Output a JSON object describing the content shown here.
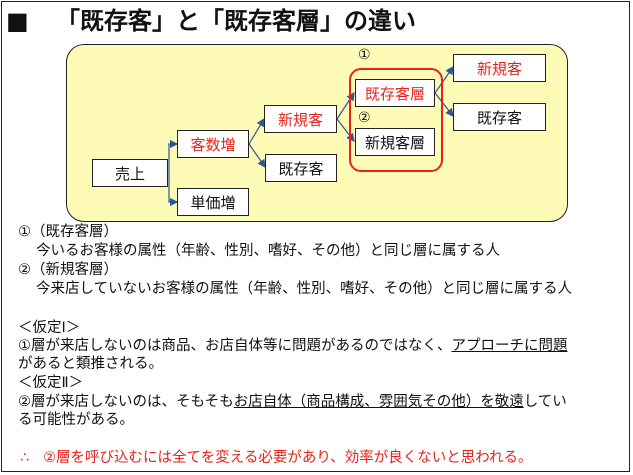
{
  "title": {
    "bullet": "■",
    "text": "「既存客」と「既存客層」の違い"
  },
  "diagram": {
    "nodes": {
      "sales": "売上",
      "customer_increase": "客数増",
      "unit_price_increase": "単価増",
      "new_customer": "新規客",
      "existing_customer": "既存客",
      "existing_segment": "既存客層",
      "new_segment": "新規客層",
      "new_customer_2": "新規客",
      "existing_customer_2": "既存客"
    },
    "markers": {
      "one": "①",
      "two": "②"
    }
  },
  "definitions": [
    {
      "heading": "①（既存客層）",
      "body": "今いるお客様の属性（年齢、性別、嗜好、その他）と同じ層に属する人"
    },
    {
      "heading": "②（新規客層）",
      "body": "今来店していないお客様の属性（年齢、性別、嗜好、その他）と同じ層に属する人"
    }
  ],
  "hypotheses": [
    {
      "heading": "＜仮定Ⅰ＞",
      "line1_pre": "①層が来店しないのは商品、お店自体等に問題があるのではなく、",
      "line1_underline": "アプローチに問題",
      "line2": "があると類推される。"
    },
    {
      "heading": "＜仮定Ⅱ＞",
      "line1_pre": "②層が来店しないのは、そもそも",
      "line1_underline": "お店自体（商品構成、雰囲気その他）を敬遠",
      "line1_post": "してい",
      "line2": "る可能性がある。"
    }
  ],
  "conclusion": {
    "symbol": "∴",
    "text": "②層を呼び込むには全てを変える必要があり、効率が良くないと思われる。"
  },
  "colors": {
    "accent_red": "#e8231c",
    "panel_yellow": "#fdfbb6",
    "connector_blue": "#2f5597"
  }
}
